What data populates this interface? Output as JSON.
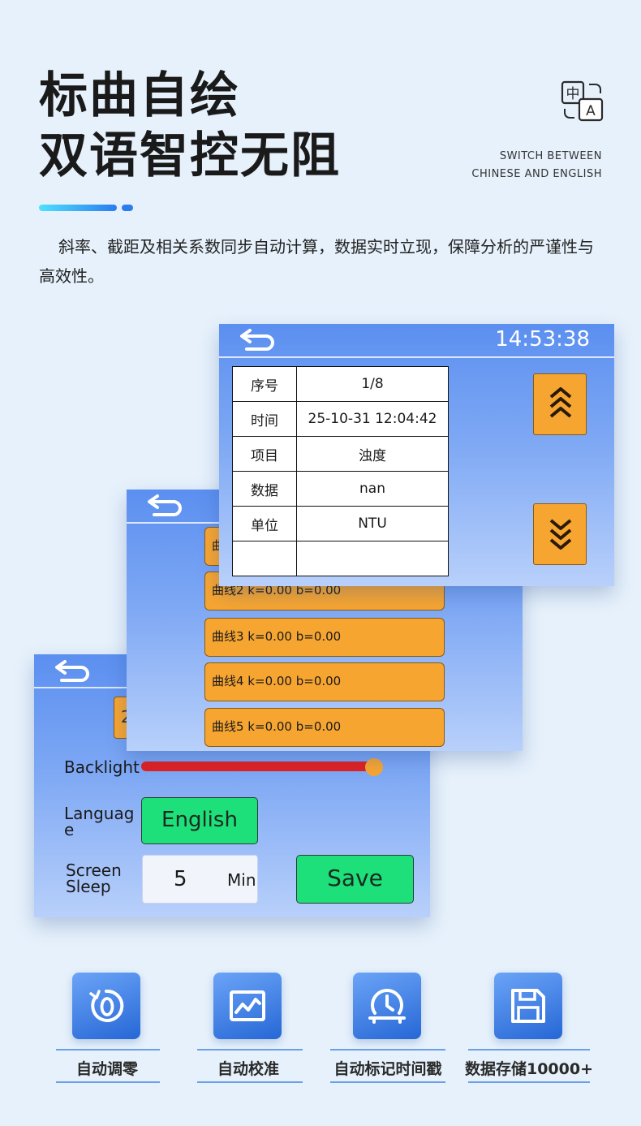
{
  "header": {
    "title_line1": "标曲自绘",
    "title_line2": "双语智控无阻",
    "switch_line1": "SWITCH BETWEEN",
    "switch_line2": "CHINESE AND ENGLISH",
    "lang_icon_cn": "中",
    "lang_icon_en": "A",
    "description": "斜率、截距及相关系数同步自动计算，数据实时立现，保障分析的严谨性与高效性。"
  },
  "screen_settings": {
    "partial_button_text": "2",
    "backlight_label": "Backlight",
    "backlight_level_percent": 100,
    "language_label_line1": "Languag",
    "language_label_line2": "e",
    "language_value": "English",
    "sleep_label_line1": "Screen",
    "sleep_label_line2": "Sleep",
    "sleep_value": "5",
    "sleep_unit": "Min",
    "save_label": "Save"
  },
  "screen_curves": {
    "partial_label": "曲",
    "curves": [
      "曲线2 k=0.00 b=0.00",
      "曲线3 k=0.00 b=0.00",
      "曲线4 k=0.00 b=0.00",
      "曲线5 k=0.00 b=0.00"
    ]
  },
  "screen_record": {
    "time": "14:53:38",
    "rows": [
      {
        "key": "序号",
        "value": "1/8"
      },
      {
        "key": "时间",
        "value": "25-10-31 12:04:42"
      },
      {
        "key": "项目",
        "value": "浊度"
      },
      {
        "key": "数据",
        "value": "nan"
      },
      {
        "key": "单位",
        "value": "NTU"
      },
      {
        "key": "",
        "value": ""
      }
    ],
    "page_up_icon": "triple-chevron-up-icon",
    "page_down_icon": "triple-chevron-down-icon"
  },
  "features": [
    {
      "label": "自动调零",
      "icon": "zero-reset-icon"
    },
    {
      "label": "自动校准",
      "icon": "calibration-chart-icon"
    },
    {
      "label": "自动标记时间戳",
      "icon": "timestamp-clock-icon"
    },
    {
      "label": "数据存储10000+",
      "icon": "floppy-disk-icon"
    }
  ],
  "colors": {
    "accent_orange": "#f7a531",
    "save_green": "#1de07a",
    "slider_red": "#e02020",
    "screen_blue": "#5b8ff0",
    "tile_blue": "#2667d6"
  }
}
